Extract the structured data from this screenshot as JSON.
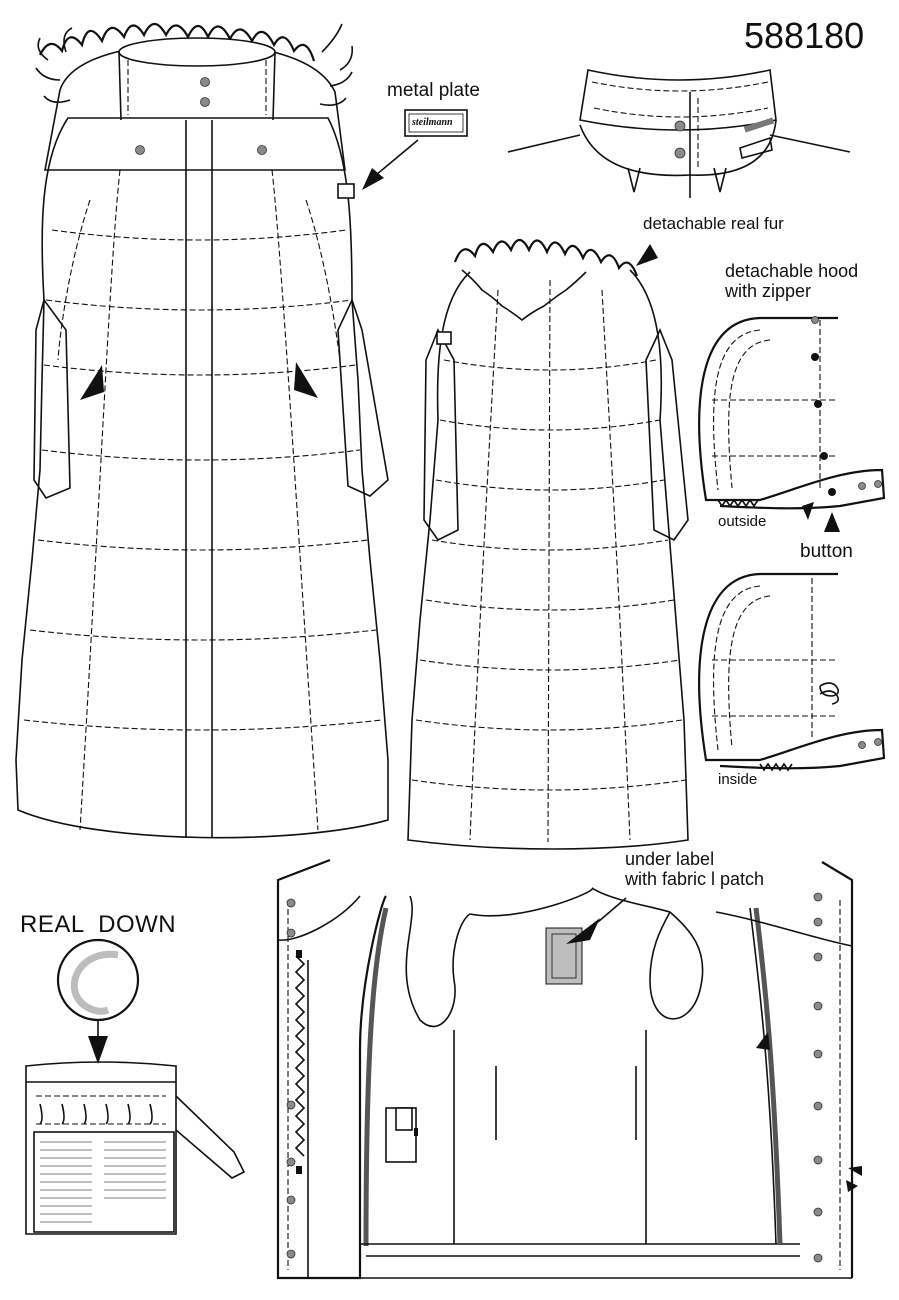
{
  "article_number": "588180",
  "labels": {
    "metal_plate": "metal plate",
    "plate_brand": "steilmann",
    "detachable_fur": "detachable real fur",
    "detachable_hood_line1": "detachable hood",
    "detachable_hood_line2": "with zipper",
    "outside": "outside",
    "button": "button",
    "inside": "inside",
    "under_label_line1": "under label",
    "under_label_line2": "with fabric l patch",
    "real_down": "REAL  DOWN"
  },
  "colors": {
    "line": "#111111",
    "grey_fill": "#bdbdbd",
    "zipper_grey": "#555555",
    "button_grey": "#8a8a8a"
  }
}
